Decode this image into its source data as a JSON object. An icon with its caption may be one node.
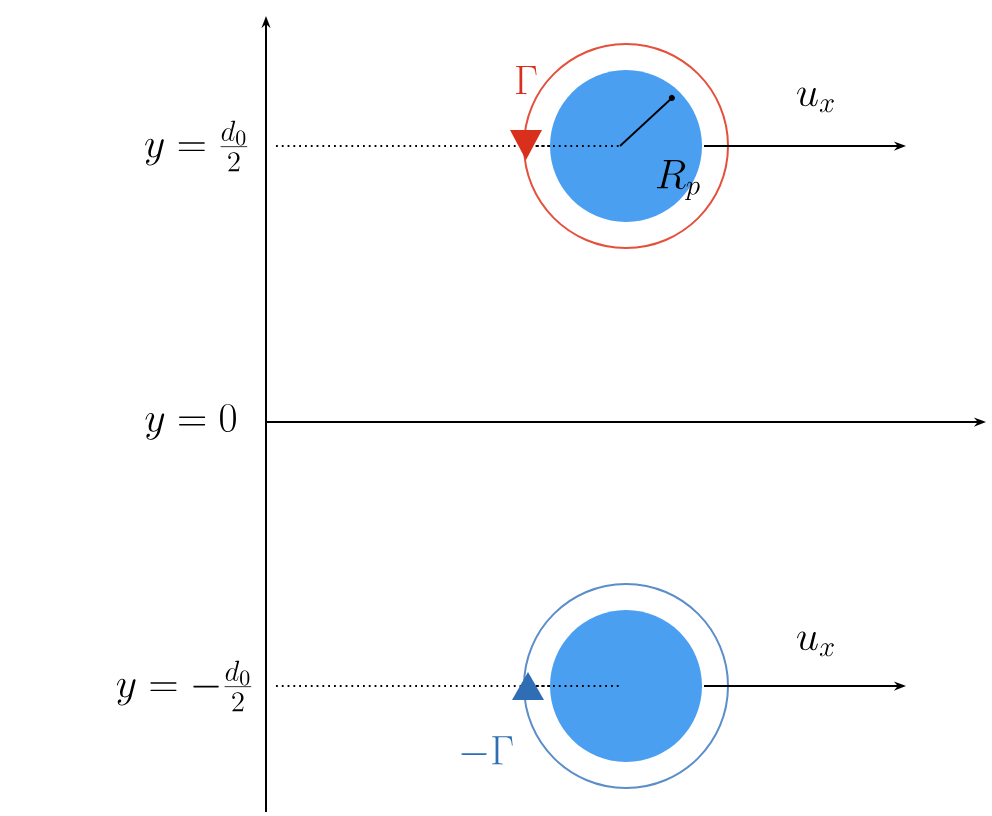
{
  "diagram": {
    "labels": [
      "y = \\frac{d_0}{2}",
      "\\Gamma",
      "R_p",
      "u_x",
      "y = 0",
      "y = -\\frac{d_0}{2}",
      "u_x",
      "-\\Gamma"
    ]
  }
}
